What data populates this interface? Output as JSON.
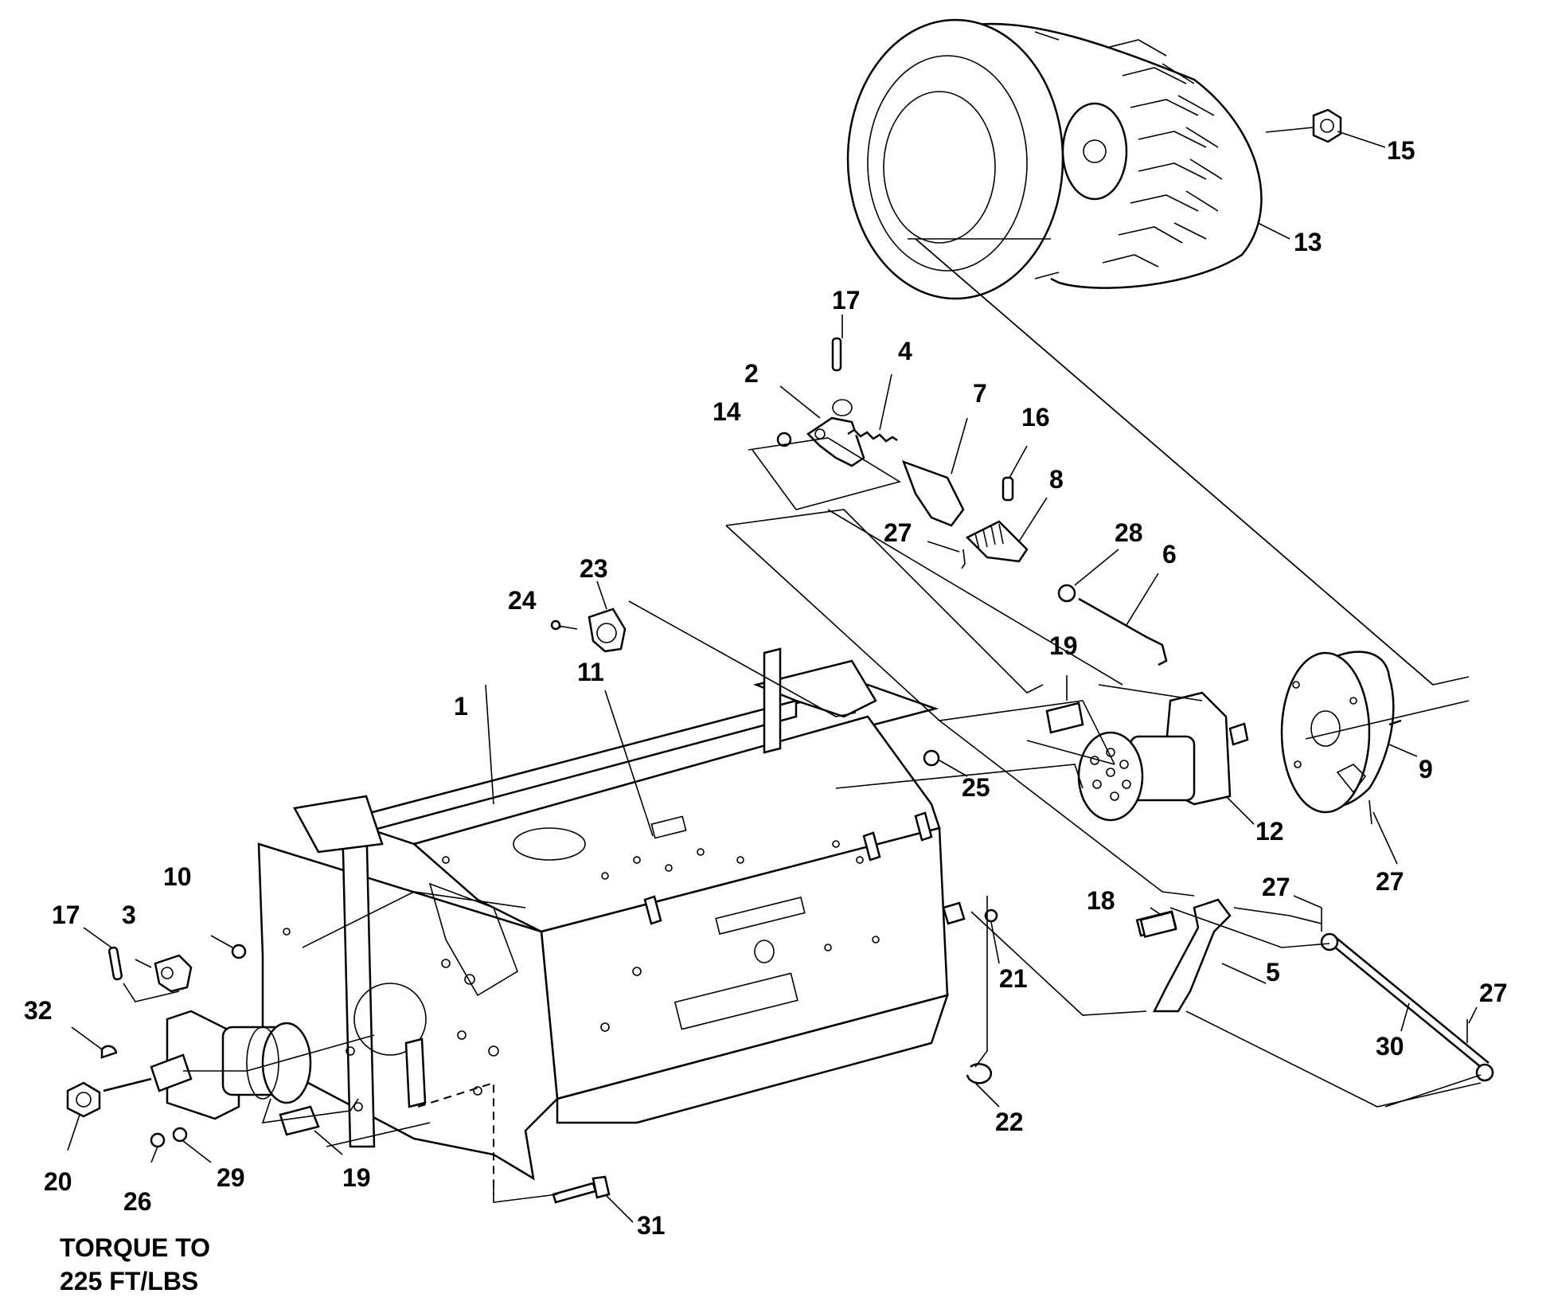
{
  "note": {
    "line1": "TORQUE TO",
    "line2": "225 FT/LBS"
  },
  "callouts": [
    "1",
    "2",
    "3",
    "4",
    "5",
    "6",
    "7",
    "8",
    "9",
    "10",
    "11",
    "12",
    "13",
    "14",
    "15",
    "16",
    "17",
    "17",
    "18",
    "19",
    "19",
    "20",
    "21",
    "22",
    "23",
    "24",
    "25",
    "26",
    "27",
    "27",
    "27",
    "27",
    "28",
    "29",
    "30",
    "31",
    "32"
  ]
}
